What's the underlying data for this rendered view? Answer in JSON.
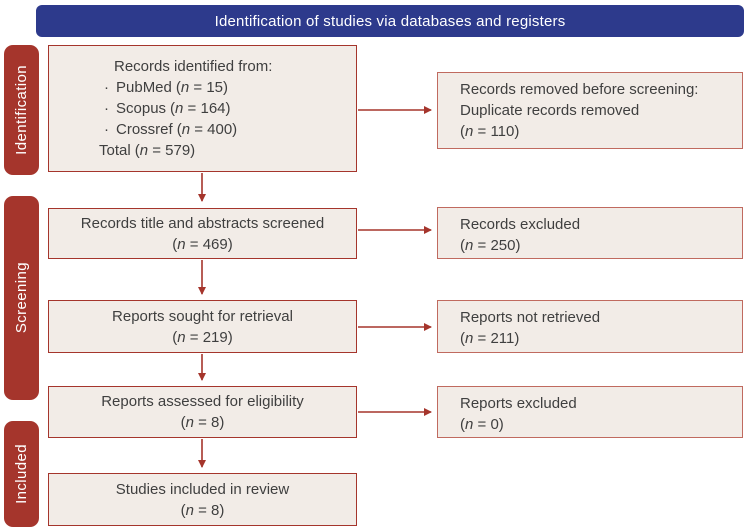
{
  "header": {
    "title": "Identification of studies via databases and registers"
  },
  "stages": {
    "identification": "Identification",
    "screening": "Screening",
    "included": "Included"
  },
  "symbols": {
    "paren_open": "(",
    "n": "n",
    "equals": " = ",
    "paren_close": ")",
    "bullet": "·"
  },
  "flow": {
    "identified": {
      "heading": "Records identified from:",
      "sources": [
        {
          "name": "PubMed",
          "count": "15"
        },
        {
          "name": "Scopus",
          "count": "164"
        },
        {
          "name": "Crossref",
          "count": "400"
        }
      ],
      "total_label": "Total",
      "total_count": "579"
    },
    "removed_before_screening": {
      "line1": "Records removed before screening:",
      "line2": "Duplicate records removed",
      "count": "110"
    },
    "screened": {
      "label": "Records title and abstracts screened",
      "count": "469"
    },
    "records_excluded": {
      "label": "Records excluded",
      "count": "250"
    },
    "sought": {
      "label": "Reports sought for retrieval",
      "count": "219"
    },
    "reports_not_retrieved": {
      "label": "Reports not retrieved",
      "count": "211"
    },
    "assessed": {
      "label": "Reports assessed for eligibility",
      "count": "8"
    },
    "reports_excluded": {
      "label": "Reports excluded",
      "count": "0"
    },
    "included_review": {
      "label": "Studies included in review",
      "count": "8"
    }
  },
  "colors": {
    "header_bg": "#2d3a8c",
    "stage_bg": "#a5352c",
    "box_fill": "#f2ece7",
    "left_box_border": "#a5352c",
    "right_box_border": "#c06a5f",
    "arrow": "#a5352c",
    "text": "#3f3f3f"
  }
}
